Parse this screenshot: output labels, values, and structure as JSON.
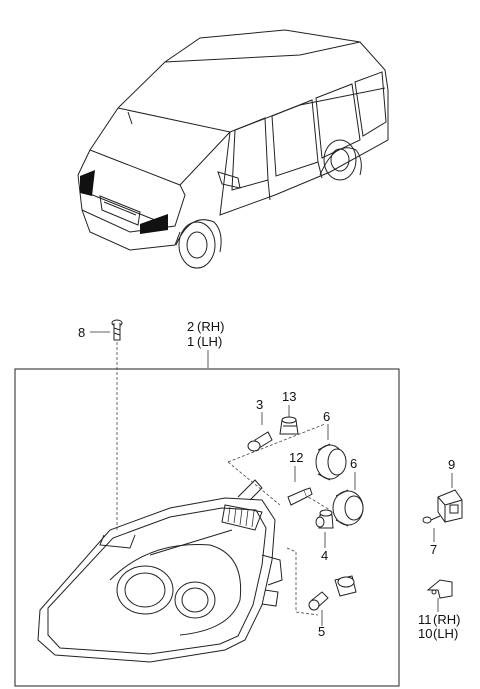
{
  "callouts": [
    {
      "id": "c8",
      "text": "8"
    },
    {
      "id": "c2",
      "text": "2"
    },
    {
      "id": "c2s",
      "text": "(RH)"
    },
    {
      "id": "c1",
      "text": "1"
    },
    {
      "id": "c1s",
      "text": "(LH)"
    },
    {
      "id": "c3",
      "text": "3"
    },
    {
      "id": "c13",
      "text": "13"
    },
    {
      "id": "c6a",
      "text": "6"
    },
    {
      "id": "c6b",
      "text": "6"
    },
    {
      "id": "c12",
      "text": "12"
    },
    {
      "id": "c4",
      "text": "4"
    },
    {
      "id": "c5",
      "text": "5"
    },
    {
      "id": "c9",
      "text": "9"
    },
    {
      "id": "c7",
      "text": "7"
    },
    {
      "id": "c11",
      "text": "11"
    },
    {
      "id": "c11s",
      "text": "(RH)"
    },
    {
      "id": "c10",
      "text": "10"
    },
    {
      "id": "c10s",
      "text": "(LH)"
    }
  ]
}
